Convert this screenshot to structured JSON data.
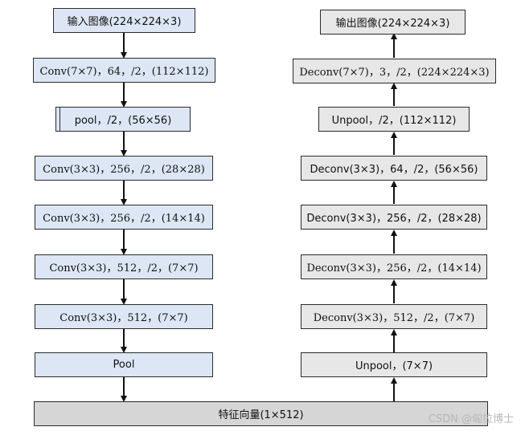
{
  "encoder": [
    {
      "text": "输入图像(224×224×3)",
      "style": "sans"
    },
    {
      "text": "Conv(7×7)，64，/2，(112×112)",
      "style": "serif"
    },
    {
      "text": "pool，/2，(56×56)",
      "style": "sans"
    },
    {
      "text": "Conv(3×3)，256，/2，(28×28)",
      "style": "serif"
    },
    {
      "text": "Conv(3×3)，256，/2，(14×14)",
      "style": "serif"
    },
    {
      "text": "Conv(3×3)，512，/2，(7×7)",
      "style": "serif"
    },
    {
      "text": "Conv(3×3)，512，(7×7)",
      "style": "serif"
    },
    {
      "text": "Pool",
      "style": "sans"
    }
  ],
  "decoder": [
    {
      "text": "输出图像(224×224×3)",
      "style": "sans"
    },
    {
      "text": "Deconv(7×7)，3，/2，(224×224×3)",
      "style": "serif"
    },
    {
      "text": "Unpool，/2，(112×112)",
      "style": "sans"
    },
    {
      "text": "Deconv(3×3)，64，/2，(56×56)",
      "style": "sans"
    },
    {
      "text": "Deconv(3×3)，256，/2，(28×28)",
      "style": "sans"
    },
    {
      "text": "Deconv(3×3)，256，/2，(14×14)",
      "style": "serif"
    },
    {
      "text": "Deconv(3×3)，512，/2，(7×7)",
      "style": "serif"
    },
    {
      "text": "Unpool，(7×7)",
      "style": "sans"
    }
  ],
  "feature": {
    "text": "特征向量(1×512)"
  },
  "watermark": "CSDN @匈拉博士",
  "colors": {
    "encoder_fill": "#dce6f4",
    "decoder_fill": "#e7e7e7",
    "feature_fill": "#d6d6d6",
    "stroke": "#2b2b2b"
  }
}
